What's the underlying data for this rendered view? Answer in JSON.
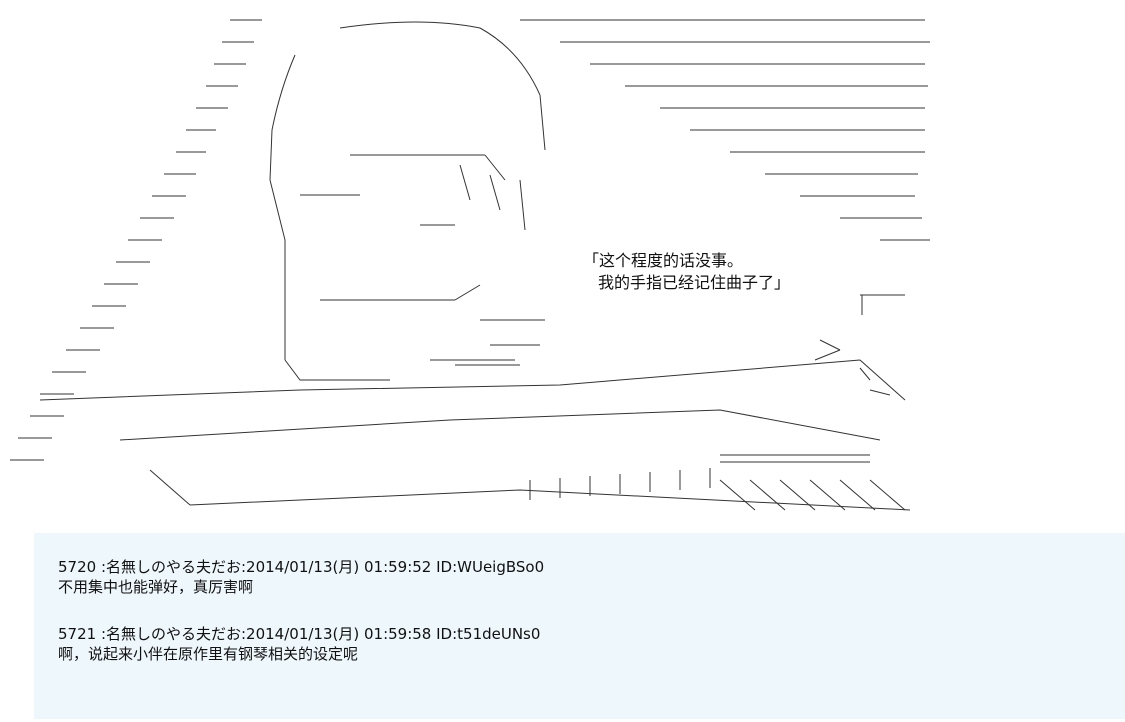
{
  "art": {
    "speech_line_1": "「这个程度的话没事。",
    "speech_line_2": "我的手指已经记住曲子了」"
  },
  "posts": [
    {
      "header": "5720 :名無しのやる夫だお:2014/01/13(月) 01:59:52 ID:WUeigBSo0",
      "body": "不用集中也能弹好，真厉害啊"
    },
    {
      "header": "5721 :名無しのやる夫だお:2014/01/13(月) 01:59:58 ID:t51deUNs0",
      "body": "啊，说起来小伴在原作里有钢琴相关的设定呢"
    }
  ],
  "colors": {
    "page_background": "#ffffff",
    "comment_background": "#eef7fb",
    "text": "#111111"
  }
}
